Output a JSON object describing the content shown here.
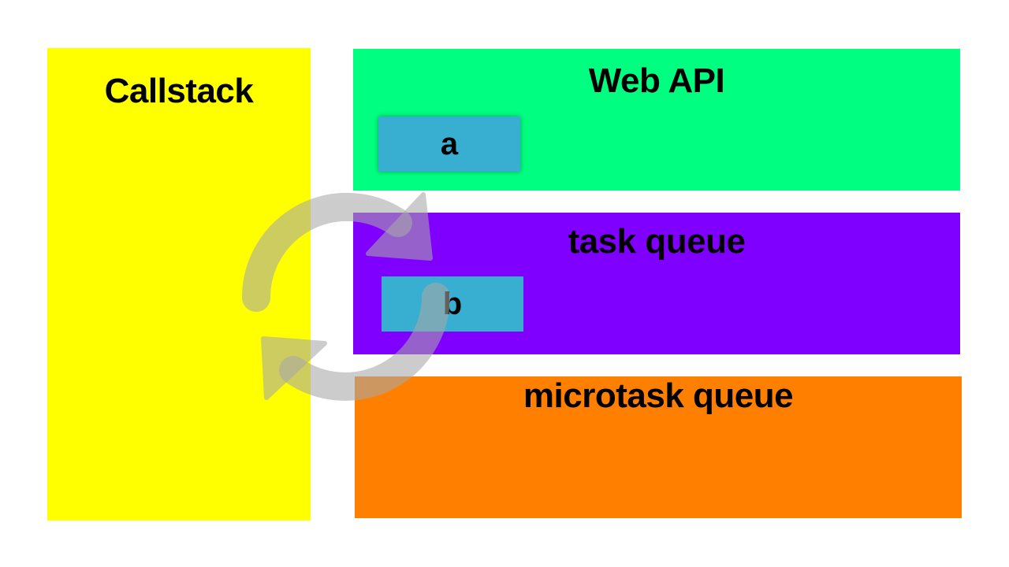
{
  "panels": {
    "callstack": {
      "title": "Callstack",
      "color": "#ffff00"
    },
    "web_api": {
      "title": "Web API",
      "color": "#00ff80",
      "items": [
        "a"
      ]
    },
    "task_queue": {
      "title": "task queue",
      "color": "#8000ff",
      "items": [
        "b"
      ]
    },
    "microtask_queue": {
      "title": "microtask queue",
      "color": "#ff8000"
    }
  },
  "item_color": "#38aed0",
  "loop_icon": {
    "name": "event-loop-cycle-icon",
    "color": "#a8a8a8"
  }
}
